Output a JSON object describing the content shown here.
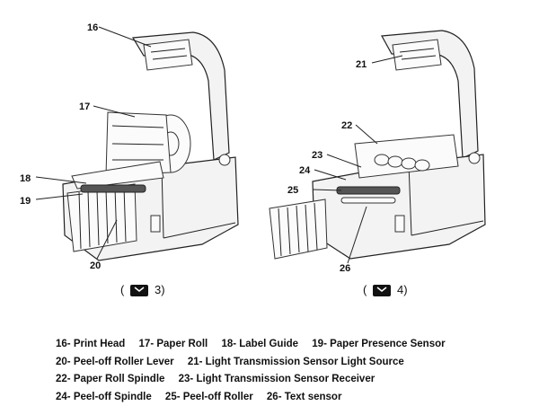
{
  "figures": [
    {
      "caption": "3)",
      "callouts": [
        "16",
        "17",
        "18",
        "19",
        "20"
      ]
    },
    {
      "caption": "4)",
      "callouts": [
        "21",
        "22",
        "23",
        "24",
        "25",
        "26"
      ]
    }
  ],
  "legend": {
    "rows": [
      [
        "16- Print Head",
        "17- Paper Roll",
        "18- Label Guide",
        "19- Paper Presence Sensor"
      ],
      [
        "20- Peel-off Roller Lever",
        "21- Light Transmission Sensor Light Source"
      ],
      [
        "22- Paper Roll Spindle",
        "23- Light Transmission Sensor Receiver"
      ],
      [
        "24- Peel-off Spindle",
        "25- Peel-off Roller",
        "26- Text sensor"
      ]
    ]
  }
}
